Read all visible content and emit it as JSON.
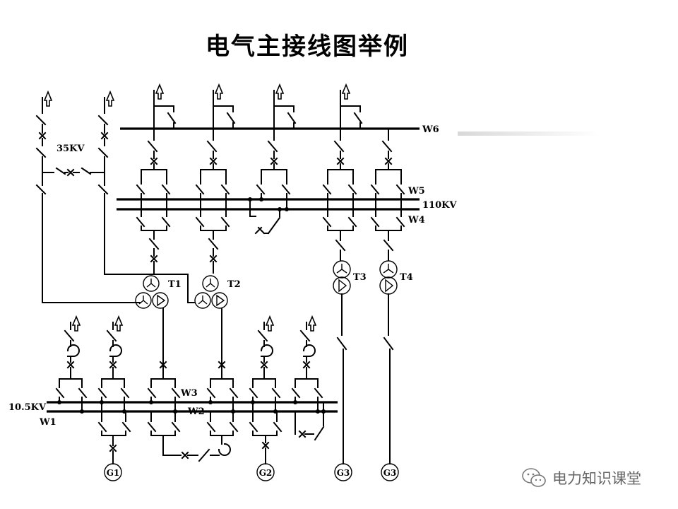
{
  "title": "电气主接线图举例",
  "diagram": {
    "bus_labels": {
      "w6": "W6",
      "w5": "W5",
      "kv110": "110KV",
      "w4": "W4",
      "kv35": "35KV",
      "w3": "W3",
      "w2": "W2",
      "kv10_5": "10.5KV",
      "w1": "W1"
    },
    "transformer_labels": [
      "T1",
      "T2",
      "T3",
      "T4"
    ],
    "generator_labels": [
      "G1",
      "G2",
      "G3",
      "G3"
    ]
  },
  "watermark": {
    "text": "电力知识课堂",
    "icon": "wechat-icon"
  },
  "colors": {
    "line": "#000000",
    "watermark_text": "#666666"
  }
}
